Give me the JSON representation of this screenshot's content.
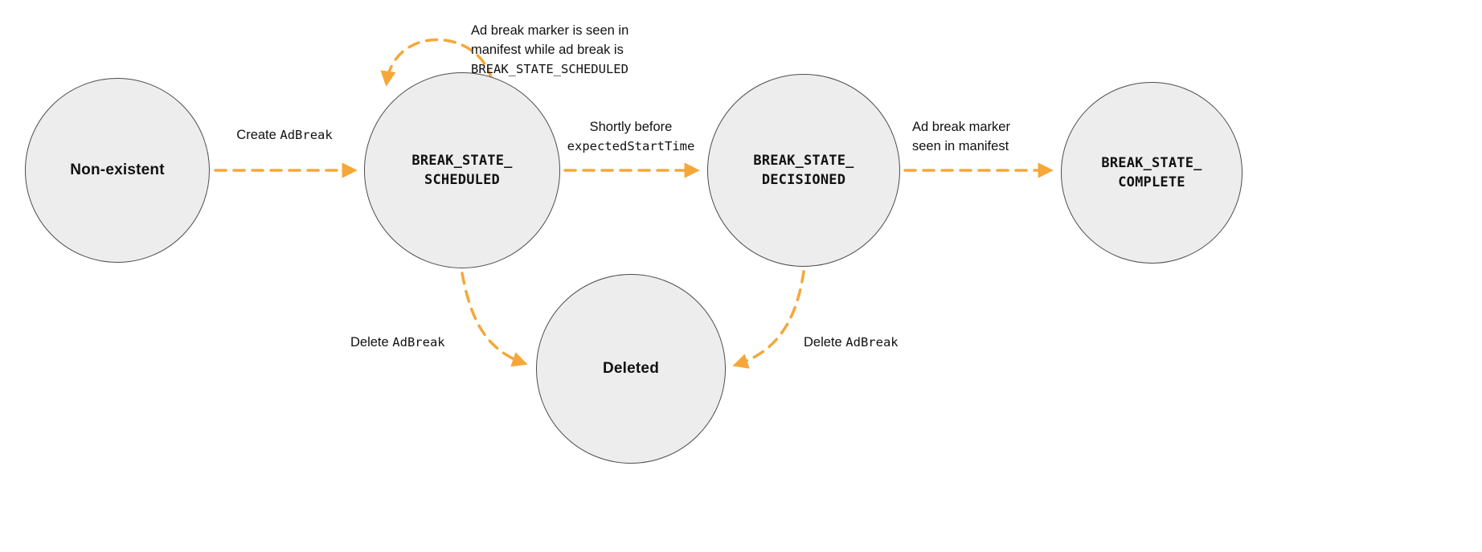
{
  "diagram": {
    "title": "Ad break state transition diagram",
    "colors": {
      "arrow": "#F6A738",
      "circle_fill": "#EDEDED",
      "circle_border": "#4D4D4D"
    },
    "states": {
      "non_existent": {
        "label": "Non-existent"
      },
      "scheduled": {
        "line1": "BREAK_STATE_",
        "line2": "SCHEDULED"
      },
      "decisioned": {
        "line1": "BREAK_STATE_",
        "line2": "DECISIONED"
      },
      "complete": {
        "line1": "BREAK_STATE_",
        "line2": "COMPLETE"
      },
      "deleted": {
        "label": "Deleted"
      }
    },
    "transitions": {
      "create": {
        "text": "Create ",
        "mono": "AdBreak"
      },
      "self_loop": {
        "line1": "Ad break marker is seen in",
        "line2": "manifest while ad break is",
        "mono": "BREAK_STATE_SCHEDULED"
      },
      "to_decisioned": {
        "line1": "Shortly before",
        "mono": "expectedStartTime"
      },
      "to_complete": {
        "line1": "Ad break marker",
        "line2": "seen in manifest"
      },
      "delete_scheduled": {
        "text": "Delete ",
        "mono": "AdBreak"
      },
      "delete_decisioned": {
        "text": "Delete ",
        "mono": "AdBreak"
      }
    }
  }
}
